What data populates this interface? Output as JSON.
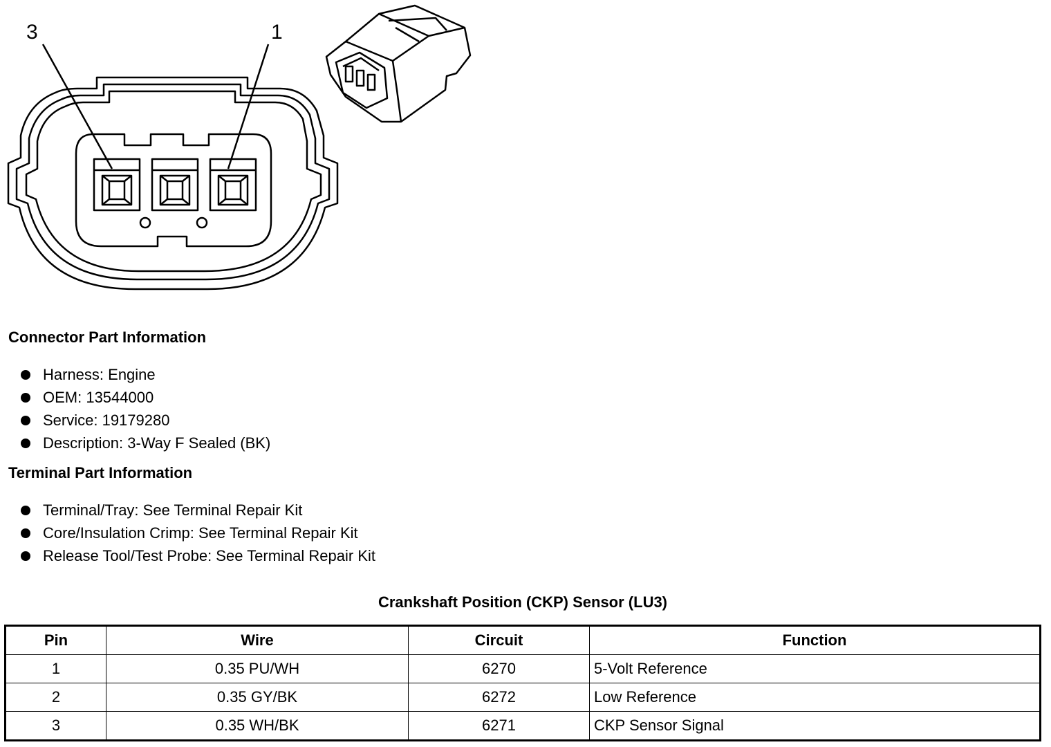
{
  "diagram": {
    "pin_label_left": "3",
    "pin_label_right": "1"
  },
  "connector_info": {
    "title": "Connector Part Information",
    "items": [
      "Harness: Engine",
      "OEM: 13544000",
      "Service: 19179280",
      "Description: 3-Way F Sealed (BK)"
    ]
  },
  "terminal_info": {
    "title": "Terminal Part Information",
    "items": [
      "Terminal/Tray: See Terminal Repair Kit",
      "Core/Insulation Crimp: See Terminal Repair Kit",
      "Release Tool/Test Probe: See Terminal Repair Kit"
    ]
  },
  "pin_table": {
    "title": "Crankshaft Position (CKP) Sensor (LU3)",
    "headers": [
      "Pin",
      "Wire",
      "Circuit",
      "Function"
    ],
    "rows": [
      [
        "1",
        "0.35 PU/WH",
        "6270",
        "5-Volt Reference"
      ],
      [
        "2",
        "0.35 GY/BK",
        "6272",
        "Low Reference"
      ],
      [
        "3",
        "0.35 WH/BK",
        "6271",
        "CKP Sensor Signal"
      ]
    ]
  }
}
